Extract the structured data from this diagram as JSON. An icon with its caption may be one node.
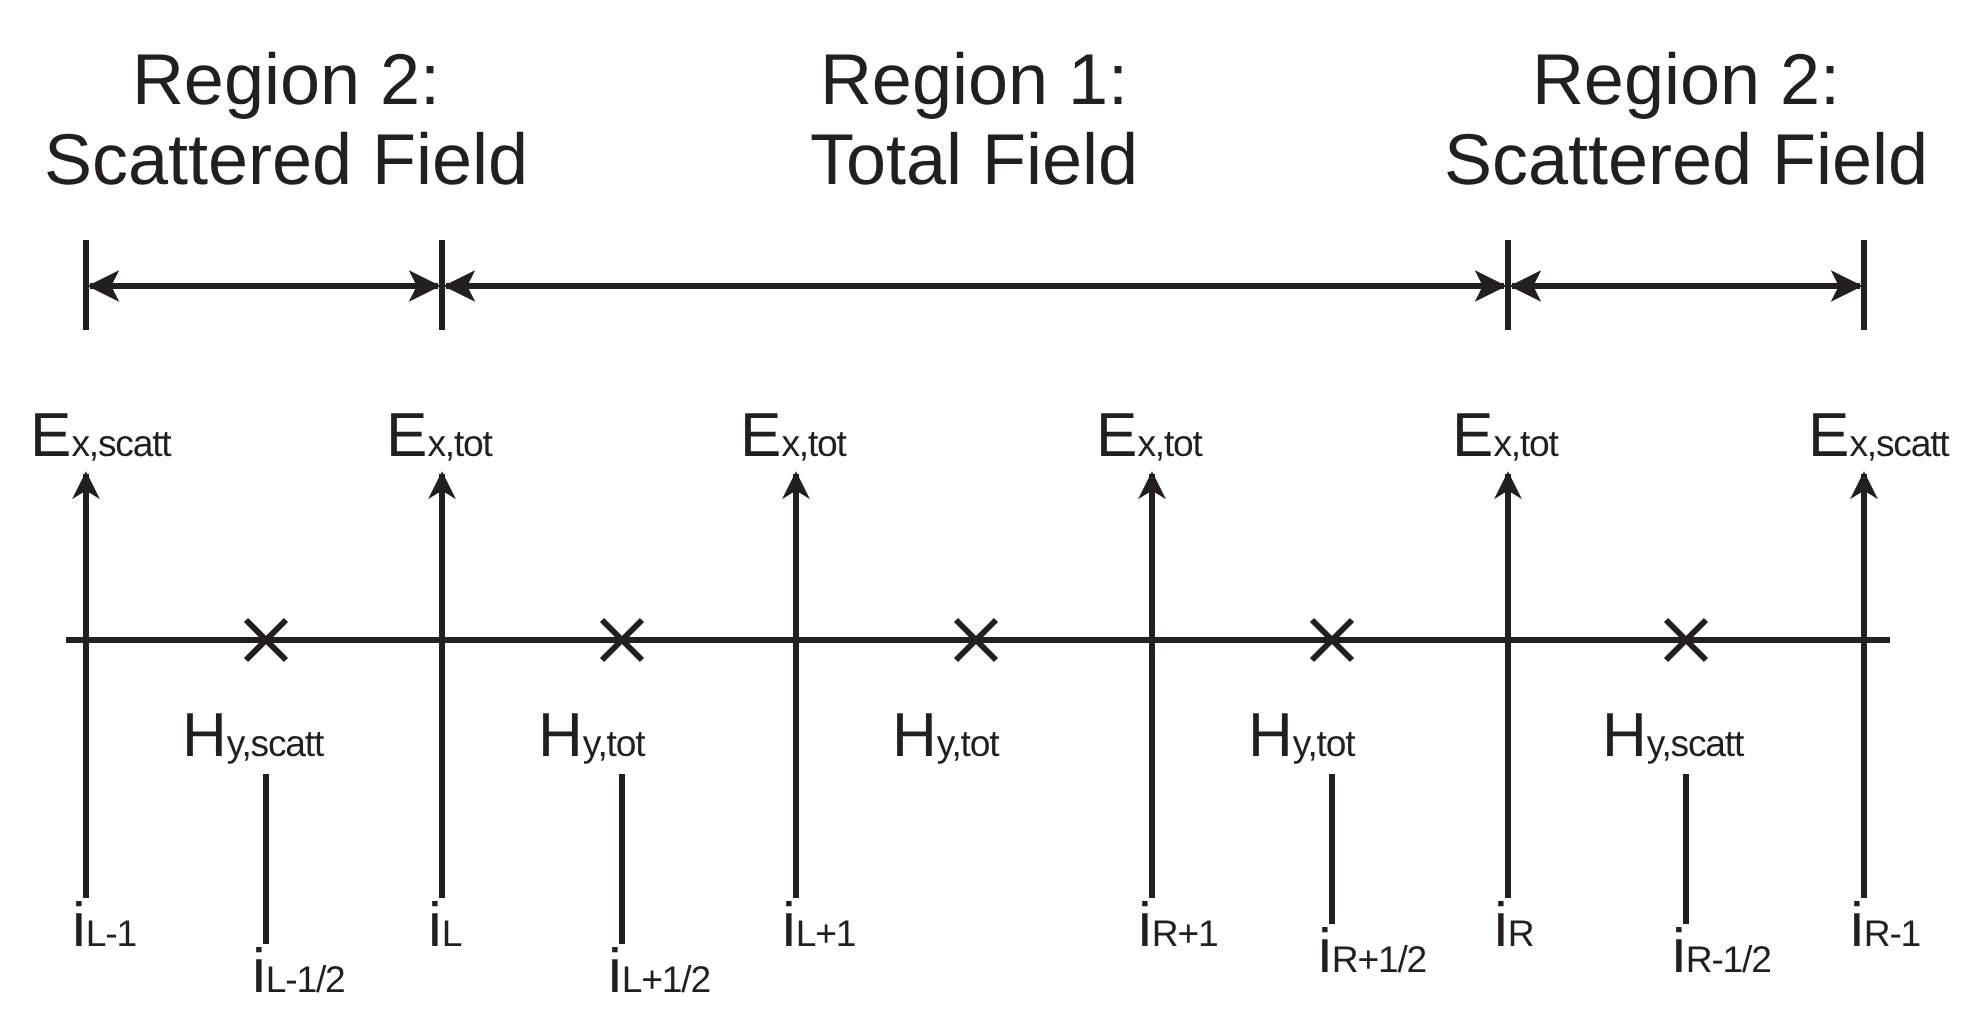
{
  "diagram": {
    "nodes": [
      {
        "text": [
          "E$_{x,scatt}$"
        ]
      },
      {
        "text": [
          "E$_{x,tot}$"
        ]
      },
      {
        "text": [
          "E$_{x,tot}$"
        ]
      },
      {
        "text": [
          "E$_{x,tot}$"
        ]
      },
      {
        "text": [
          "E$_{x,tot}$"
        ]
      },
      {
        "text": [
          "E$_{x,scatt}$"
        ]
      },
      {
        "text": [
          "H$_{y,scatt}$"
        ]
      },
      {
        "text": [
          "H$_{y,tot}$"
        ]
      },
      {
        "text": [
          "H$_{y,tot}$"
        ]
      },
      {
        "text": [
          "H$_{y,tot}$"
        ]
      },
      {
        "text": [
          "H$_{y,scatt}$"
        ]
      },
      {
        "text": [
          "i$_{L-1}$"
        ]
      },
      {
        "text": [
          "i$_{L-1/2}$"
        ]
      },
      {
        "text": [
          "i$_{L}$"
        ]
      },
      {
        "text": [
          "i$_{L+1/2}$"
        ]
      },
      {
        "text": [
          "i$_{L+1}$"
        ]
      },
      {
        "text": [
          "i$_{R+1}$"
        ]
      },
      {
        "text": [
          "i$_{R+1/2}$"
        ]
      },
      {
        "text": [
          "i$_{R}$"
        ]
      },
      {
        "text": [
          "i$_{R-1/2}$"
        ]
      },
      {
        "text": [
          "i$_{R-1}$"
        ]
      }
    ],
    "edges": [
      {
        "from": 11,
        "to": 0,
        "arrow": "to"
      },
      {
        "from": 13,
        "to": 1,
        "arrow": "to"
      },
      {
        "from": 15,
        "to": 2,
        "arrow": "to"
      },
      {
        "from": 16,
        "to": 3,
        "arrow": "to"
      },
      {
        "from": 18,
        "to": 4,
        "arrow": "to"
      },
      {
        "from": 20,
        "to": 5,
        "arrow": "to"
      },
      {
        "from": 12,
        "to": 6,
        "arrow": "none"
      },
      {
        "from": 14,
        "to": 7,
        "arrow": "none"
      },
      {
        "from": 17,
        "to": 9,
        "arrow": "none"
      },
      {
        "from": 19,
        "to": 10,
        "arrow": "none"
      }
    ],
    "labels": [
      "Region 2: Scattered Field",
      "Region 1: Total Field",
      "Region 2: Scattered Field"
    ]
  }
}
